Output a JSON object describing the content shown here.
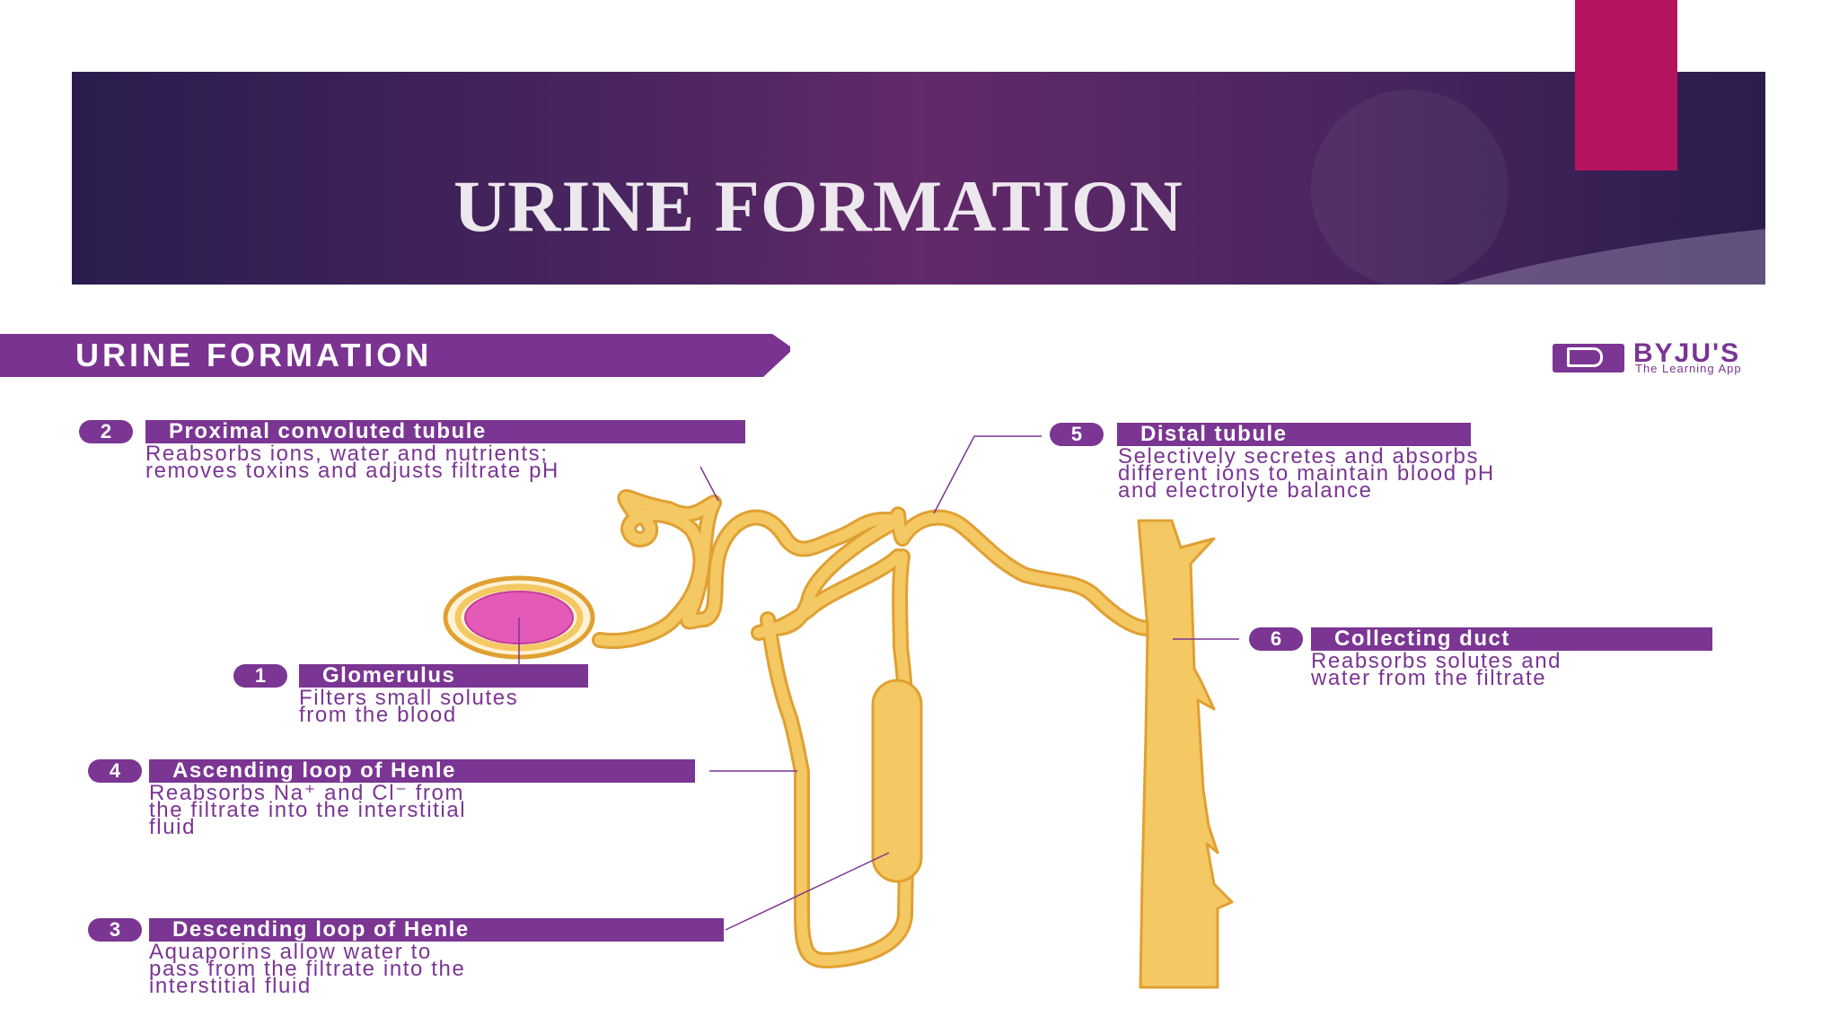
{
  "slide": {
    "title": "URINE FORMATION"
  },
  "diagram": {
    "banner_title": "URINE FORMATION",
    "logo": {
      "name": "BYJU'S",
      "tagline": "The Learning App"
    },
    "labels": [
      {
        "number": "1",
        "title": "Glomerulus",
        "description": [
          "Filters small solutes",
          "from the blood"
        ]
      },
      {
        "number": "2",
        "title": "Proximal convoluted tubule",
        "description": [
          "Reabsorbs ions, water and nutrients;",
          "removes toxins and adjusts filtrate pH"
        ]
      },
      {
        "number": "3",
        "title": "Descending loop of Henle",
        "description": [
          "Aquaporins allow water to",
          "pass from the filtrate into the",
          "interstitial fluid"
        ]
      },
      {
        "number": "4",
        "title": "Ascending loop of Henle",
        "description": [
          "Reabsorbs Na⁺ and Cl⁻ from",
          "the filtrate into the interstitial",
          "fluid"
        ]
      },
      {
        "number": "5",
        "title": "Distal tubule",
        "description": [
          "Selectively secretes and absorbs",
          "different ions to maintain blood pH",
          "and electrolyte balance"
        ]
      },
      {
        "number": "6",
        "title": "Collecting duct",
        "description": [
          "Reabsorbs solutes and",
          "water from the filtrate"
        ]
      }
    ]
  },
  "colors": {
    "accent": "#7b3593",
    "tubule": "#f4c862",
    "tubule_outline": "#e0a032",
    "glomerulus": "#e45ab8",
    "highlight_bar": "#b4145e"
  }
}
